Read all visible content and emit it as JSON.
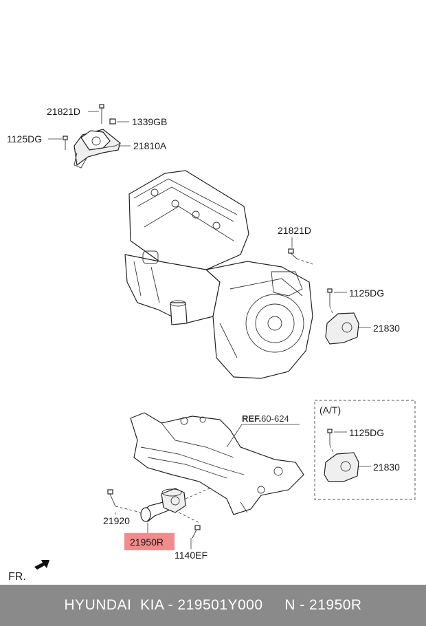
{
  "labels": {
    "top_21821D": "21821D",
    "top_1339GB": "1339GB",
    "top_1125DG": "1125DG",
    "top_21810A": "21810A",
    "mid_21821D": "21821D",
    "mid_1125DG": "1125DG",
    "mid_21830": "21830",
    "ref": "REF.",
    "ref_num": "60-624",
    "at_title": "(A/T)",
    "at_1125DG": "1125DG",
    "at_21830": "21830",
    "p21920": "21920",
    "p21950R": "21950R",
    "p1140EF": "1140EF",
    "front": "FR."
  },
  "highlight_color": "#f28b8b",
  "footer": {
    "text": "HYUNDAI  KIA - 219501Y000     N - 21950R"
  }
}
